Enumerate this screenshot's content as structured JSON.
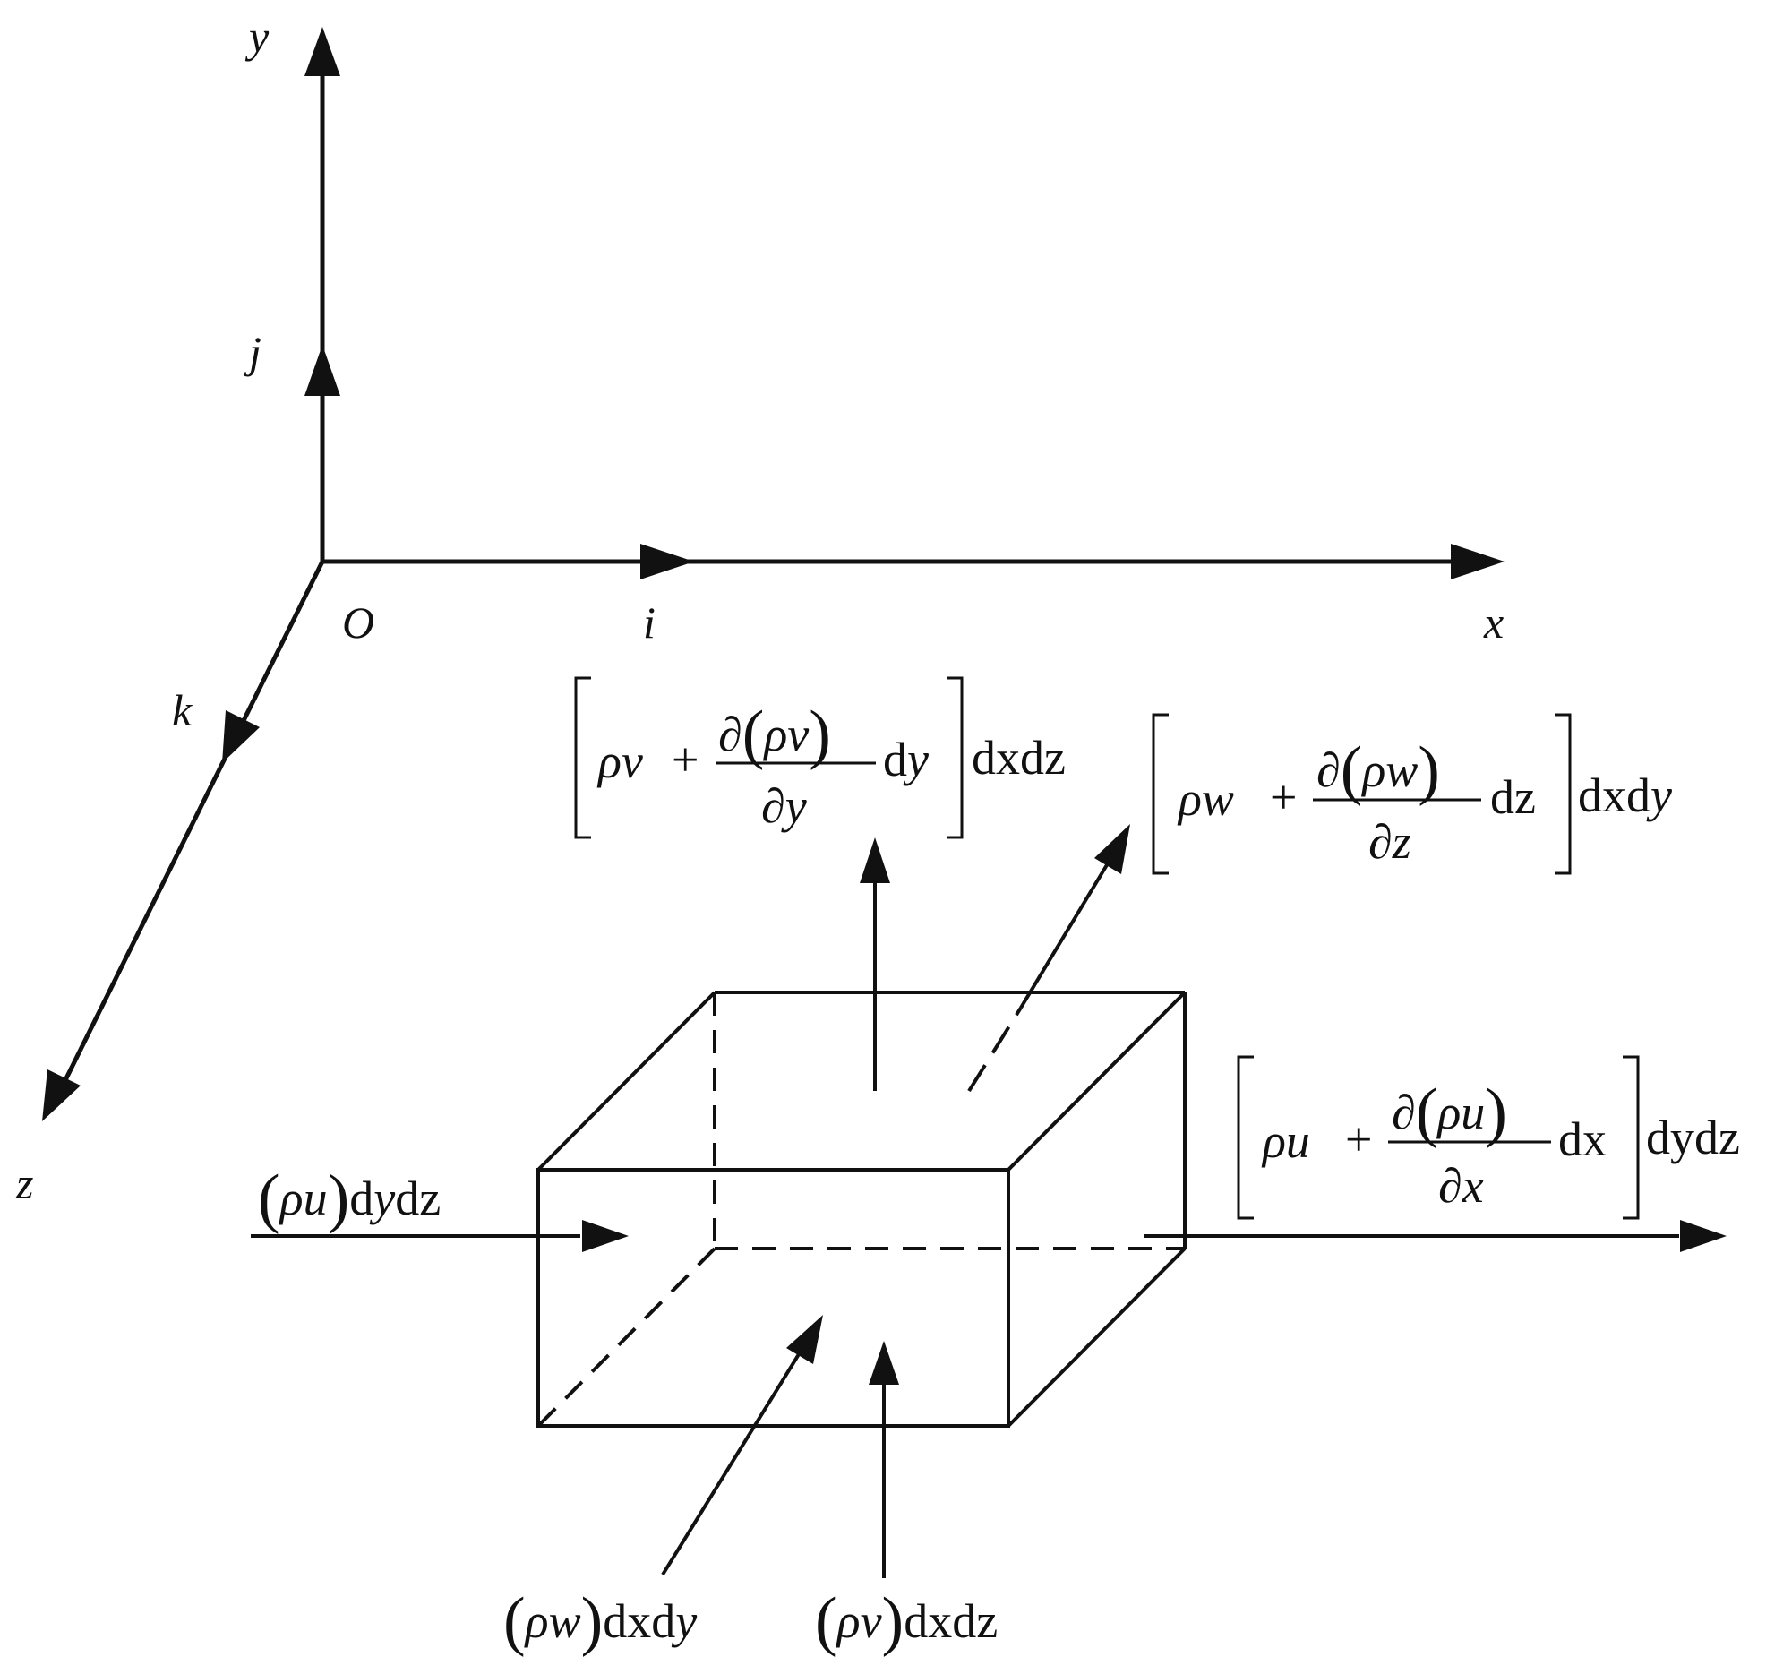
{
  "colors": {
    "ink": "#111111",
    "background": "#ffffff"
  },
  "axes": {
    "y_label": "y",
    "x_label": "x",
    "z_label": "z",
    "origin_label": "O",
    "i_label": "i",
    "j_label": "j",
    "k_label": "k"
  },
  "flux": {
    "top": {
      "rho": "ρ",
      "vel": "v",
      "plus": "+",
      "partial": "∂",
      "den_var": "y",
      "d": "d",
      "d_var": "y",
      "tail": "dxdz"
    },
    "back": {
      "rho": "ρ",
      "vel": "w",
      "plus": "+",
      "partial": "∂",
      "den_var": "z",
      "d": "d",
      "d_var": "z",
      "tail_rm": "dx",
      "tail_d": "d",
      "tail_it": "y"
    },
    "right": {
      "rho": "ρ",
      "vel": "u",
      "plus": "+",
      "partial": "∂",
      "den_var": "x",
      "d": "d",
      "d_var": "x",
      "tail": "dydz"
    },
    "left_in": {
      "rho": "ρ",
      "vel": "u",
      "tail_d1": "d",
      "tail_y": "y",
      "tail_dz": "dz"
    },
    "bottom_w": {
      "rho": "ρ",
      "vel": "w",
      "tail_dx": "dx",
      "tail_d": "d",
      "tail_y": "y"
    },
    "bottom_v": {
      "rho": "ρ",
      "vel": "v",
      "tail": "dxdz"
    }
  }
}
